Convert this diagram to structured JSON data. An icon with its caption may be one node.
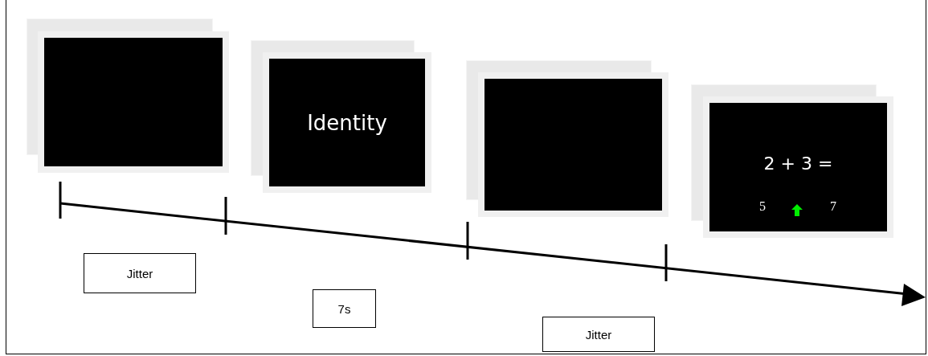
{
  "diagram": {
    "nodes": [
      {
        "text": [],
        "shape": "box"
      },
      {
        "text": [
          "Identity"
        ]
      },
      {
        "text": [],
        "shape": "box"
      },
      {
        "text": [
          "2 + 3 =",
          "5",
          "7"
        ]
      },
      {
        "text": [
          "Jitter"
        ]
      },
      {
        "text": [
          "7s"
        ]
      },
      {
        "text": [
          "Jitter"
        ]
      }
    ]
  }
}
